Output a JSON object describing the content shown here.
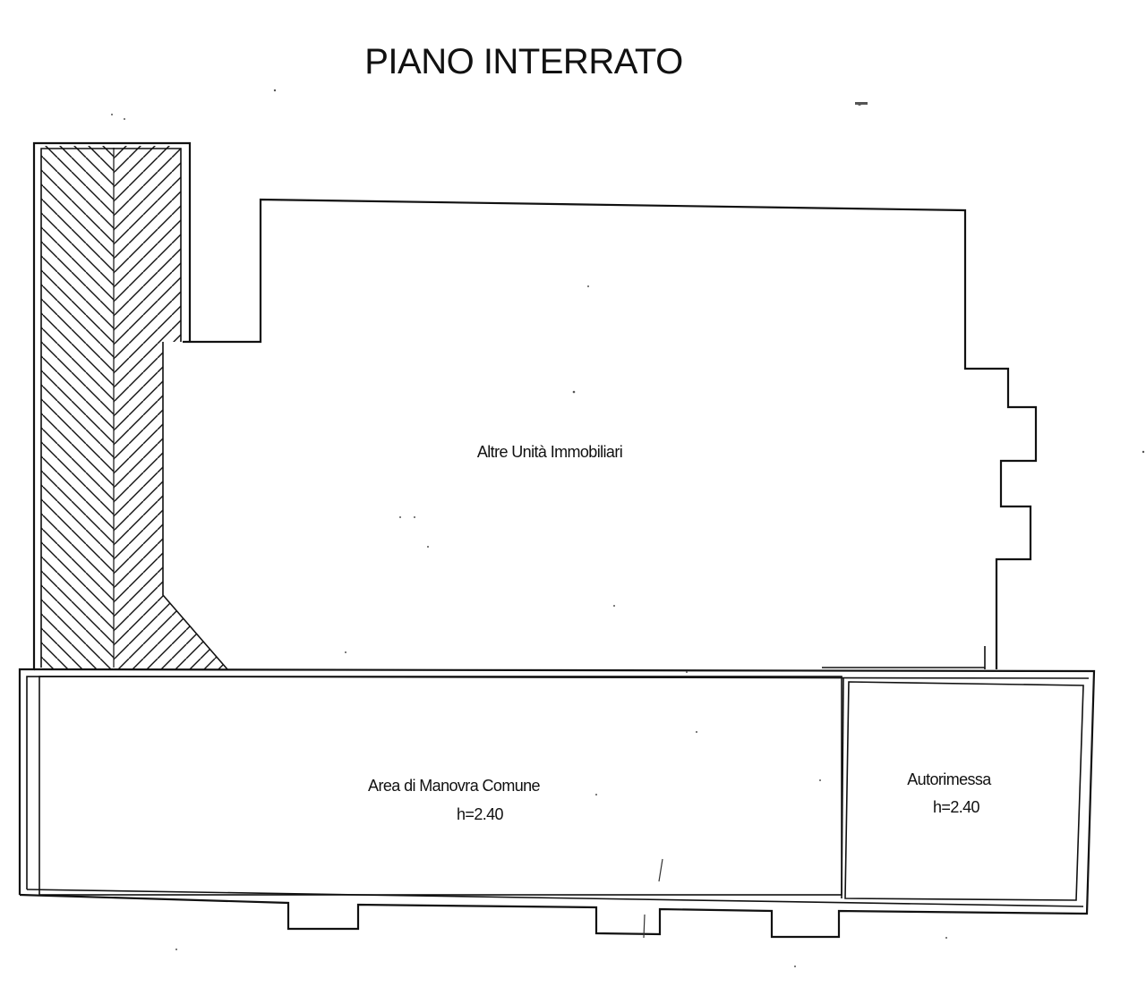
{
  "title": "PIANO INTERRATO",
  "rooms": {
    "altre_unita": {
      "label": "Altre Unità Immobiliari"
    },
    "area_manovra": {
      "label": "Area di Manovra Comune",
      "height": "h=2.40"
    },
    "autorimessa": {
      "label": "Autorimessa",
      "height": "h=2.40"
    }
  }
}
